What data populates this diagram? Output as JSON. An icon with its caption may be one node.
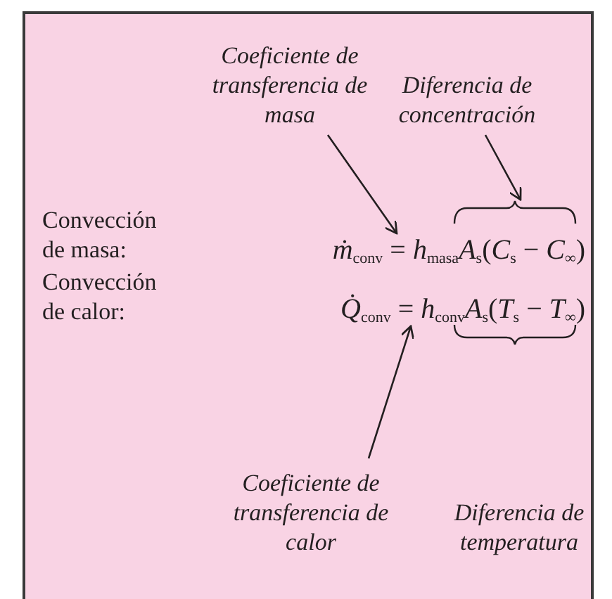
{
  "diagram": {
    "nodes": [
      {
        "text": [
          "Coeficiente de transferencia de masa"
        ]
      },
      {
        "text": [
          "Diferencia de concentración"
        ]
      },
      {
        "text": [
          "Coeficiente de transferencia de calor"
        ]
      },
      {
        "text": [
          "Diferencia de temperatura"
        ]
      },
      {
        "text": [],
        "shape": "brace"
      },
      {
        "text": [],
        "shape": "brace"
      },
      {
        "text": [
          "*ṁ*$_{conv}$ = *h*$_{masa}$*A*$_{s}$(*C*$_{s}$ − *C*$_{∞}$)"
        ]
      },
      {
        "text": [
          "*Q̇*$_{conv}$ = *h*$_{conv}$*A*$_{s}$(*T*$_{s}$ − *T*$_{∞}$)"
        ]
      }
    ],
    "edges": [
      {
        "from": 0,
        "to": 6,
        "arrow": "to"
      },
      {
        "from": 1,
        "to": 4,
        "arrow": "to"
      },
      {
        "from": 2,
        "to": 7,
        "arrow": "to"
      }
    ],
    "labels": [
      "Convección de masa:",
      "Convección de calor:"
    ]
  }
}
